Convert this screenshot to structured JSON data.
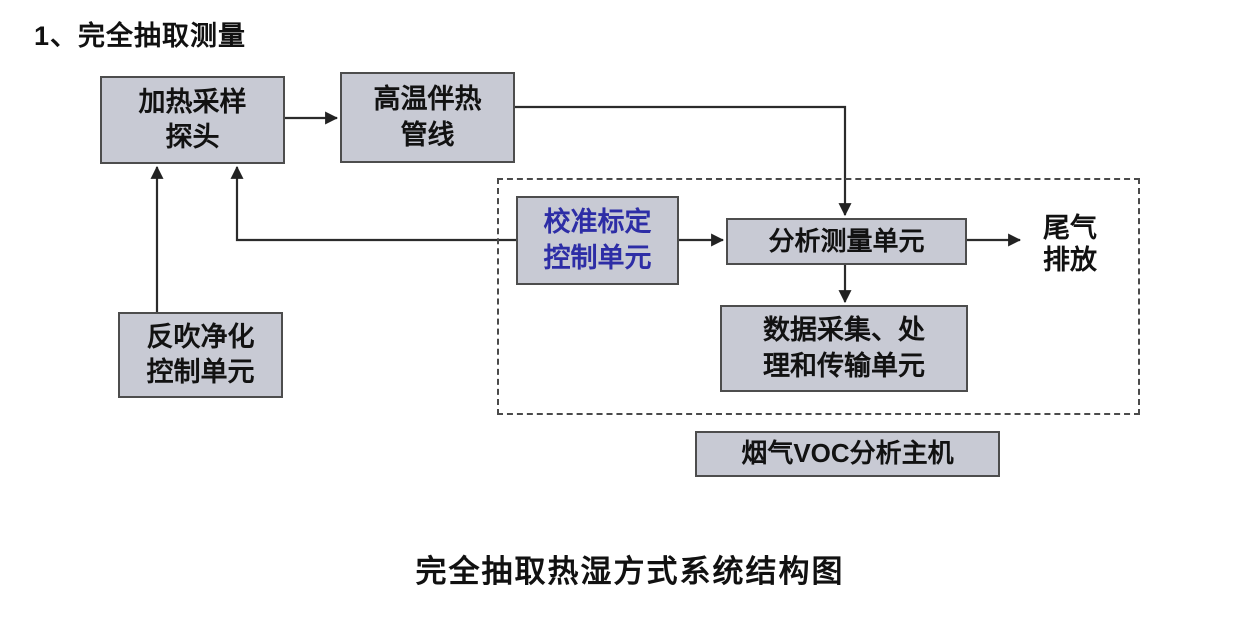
{
  "title": "1、完全抽取测量",
  "caption": "完全抽取热湿方式系统结构图",
  "nodes": {
    "probe": {
      "line1": "加热采样",
      "line2": "探头"
    },
    "heated_line": {
      "line1": "高温伴热",
      "line2": "管线"
    },
    "calibration": {
      "line1": "校准标定",
      "line2": "控制单元"
    },
    "analysis": {
      "label": "分析测量单元"
    },
    "data_unit": {
      "line1": "数据采集、处",
      "line2": "理和传输单元"
    },
    "blowback": {
      "line1": "反吹净化",
      "line2": "控制单元"
    },
    "host": {
      "label": "烟气VOC分析主机"
    },
    "exhaust": {
      "line1": "尾气",
      "line2": "排放"
    }
  },
  "colors": {
    "box_fill": "#c8cad4",
    "box_border": "#4d4d4d",
    "calibration_text": "#2d2da6",
    "arrow": "#2b2b2b",
    "text": "#121212"
  }
}
